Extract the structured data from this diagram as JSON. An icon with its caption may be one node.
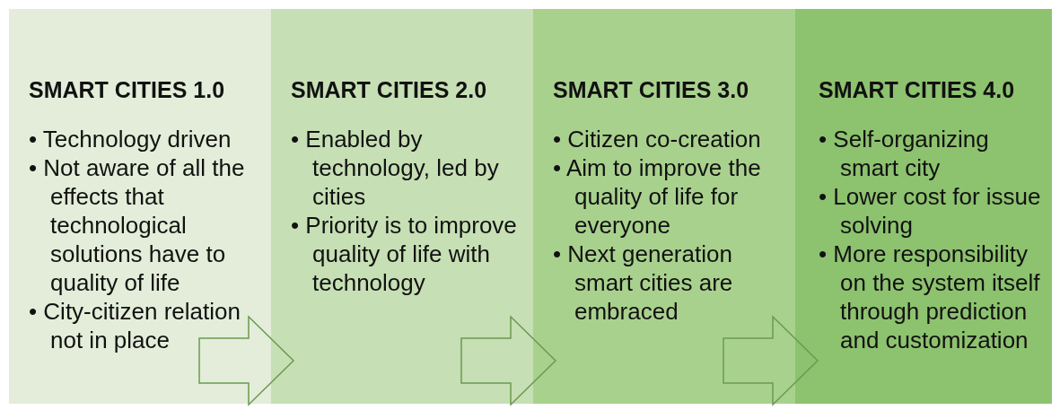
{
  "diagram": {
    "nodes": [
      {
        "text": [
          "SMART CITIES 1.0",
          "• Technology driven",
          "• Not aware of all the effects that technological solutions have to quality of life",
          "• City-citizen relation not in place"
        ]
      },
      {
        "text": [
          "SMART CITIES 2.0",
          "• Enabled by technology, led by cities",
          "• Priority is to improve quality of life with technology"
        ]
      },
      {
        "text": [
          "SMART CITIES 3.0",
          "• Citizen co-creation",
          "• Aim to improve the quality of life for everyone",
          "• Next generation smart cities are embraced"
        ]
      },
      {
        "text": [
          "SMART CITIES 4.0",
          "• Self-organizing smart city",
          "• Lower cost for issue solving",
          "• More responsibility on the system itself through prediction and customization"
        ]
      }
    ],
    "edges": [
      {
        "from": 0,
        "to": 1,
        "arrow": "to"
      },
      {
        "from": 1,
        "to": 2,
        "arrow": "to"
      },
      {
        "from": 2,
        "to": 3,
        "arrow": "to"
      }
    ]
  }
}
